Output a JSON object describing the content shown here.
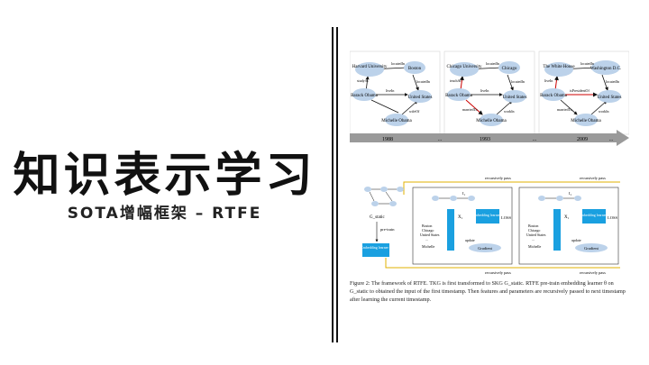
{
  "cover": {
    "title": "知识表示学习",
    "subtitle": "SOTA增幅框架 – RTFE"
  },
  "figure1": {
    "panels": [
      {
        "nodes": [
          "Harvard University",
          "Boston",
          "Barack Obama",
          "United States",
          "Michelle Obama"
        ],
        "edges": [
          "locatedIn",
          "studyAt",
          "locatedIn",
          "liveIn",
          "wifeOf"
        ]
      },
      {
        "nodes": [
          "Chicago University",
          "Chicago",
          "Barack Obama",
          "United States",
          "Michelle Obama"
        ],
        "edges": [
          "locatedIn",
          "teachAt",
          "locatedIn",
          "liveIn",
          "marriedTo",
          "workIn"
        ]
      },
      {
        "nodes": [
          "The White House",
          "Washington D.C.",
          "Barack Obama",
          "United States",
          "Michelle Obama"
        ],
        "edges": [
          "locatedIn",
          "liveIn",
          "locatedIn",
          "isPresidentOf",
          "marriedTo",
          "workIn"
        ]
      }
    ],
    "timeline": [
      "1988",
      "...",
      "1993",
      "...",
      "2009",
      "..."
    ]
  },
  "figure2": {
    "g_static": "G_static",
    "pre_train": "pre-train",
    "embedding_learner": "Embedding learner θ",
    "recursively_pass": "recursively pass",
    "t1": "t₁",
    "x1": "X₁",
    "entity_list": [
      "Boston",
      "Chicago",
      "United States",
      "...",
      "Michelle"
    ],
    "loss": "LOSS",
    "update": "update",
    "gradient": "Gradient",
    "caption": "Figure 2: The framework of RTFE. TKG is first transformed to SKG G_static. RTFE pre-train embedding learner θ on G_static to obtained the input of the first timestamp. Then features and parameters are recursively passed to next timestamp after learning the current timestamp."
  }
}
